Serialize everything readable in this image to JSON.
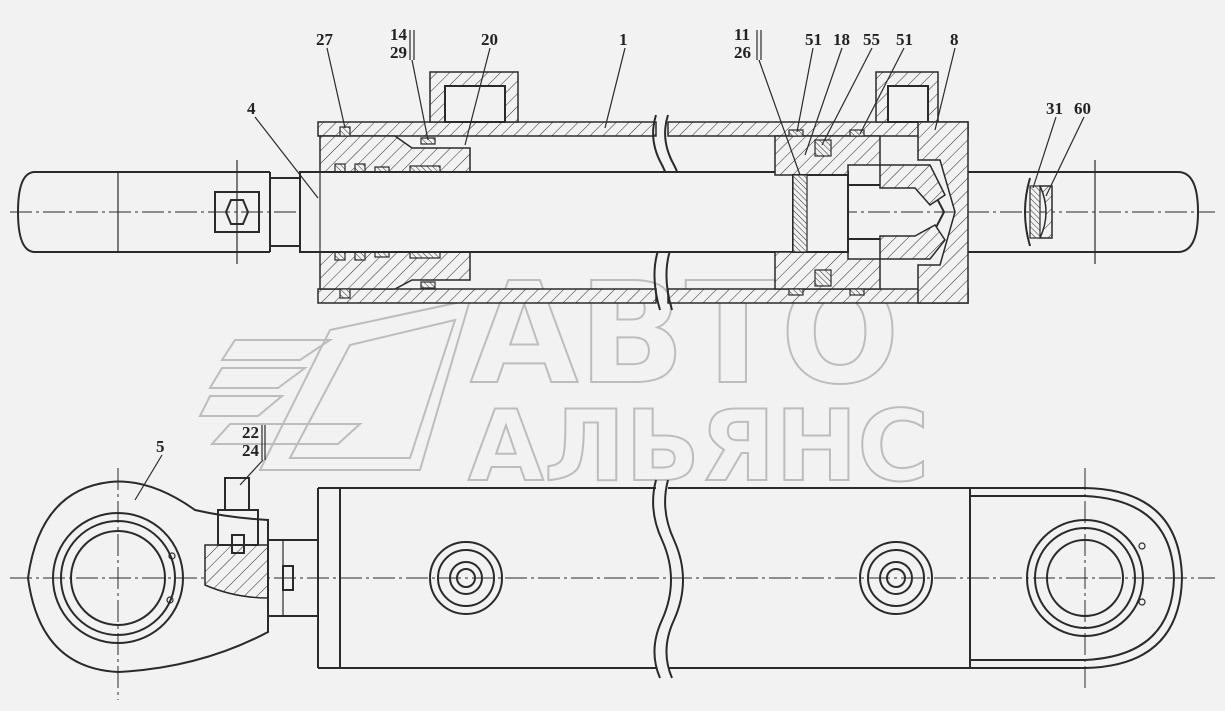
{
  "watermark": {
    "line1": "АВТО",
    "line2": "АЛЬЯНС"
  },
  "callouts": {
    "c27": "27",
    "c14": "14",
    "c29": "29",
    "c20": "20",
    "c1": "1",
    "c11": "11",
    "c26": "26",
    "c51a": "51",
    "c18": "18",
    "c55": "55",
    "c51b": "51",
    "c8": "8",
    "c4": "4",
    "c31": "31",
    "c60": "60",
    "c5": "5",
    "c22": "22",
    "c24": "24"
  }
}
